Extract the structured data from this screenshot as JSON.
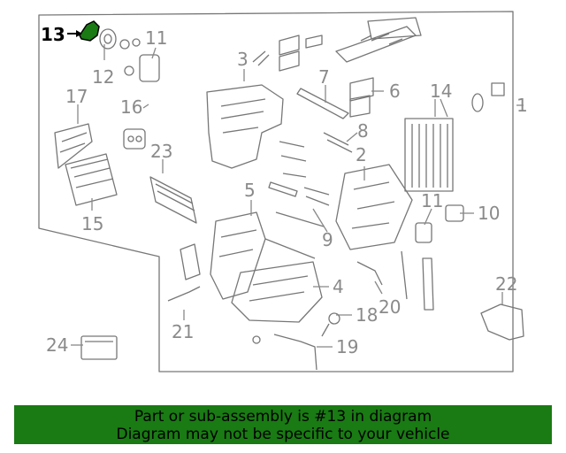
{
  "callouts": {
    "c1": "1",
    "c2": "2",
    "c3": "3",
    "c4": "4",
    "c5": "5",
    "c6": "6",
    "c7": "7",
    "c8": "8",
    "c9": "9",
    "c10": "10",
    "c11a": "11",
    "c11b": "11",
    "c12": "12",
    "c13": "13",
    "c14": "14",
    "c15": "15",
    "c16": "16",
    "c17": "17",
    "c18": "18",
    "c19": "19",
    "c20": "20",
    "c21": "21",
    "c22": "22",
    "c23": "23",
    "c24": "24"
  },
  "highlight_color": "#1a7a14",
  "banner": {
    "line1": "Part or sub-assembly is #13 in diagram",
    "line2": "Diagram may not be specific to your vehicle"
  }
}
